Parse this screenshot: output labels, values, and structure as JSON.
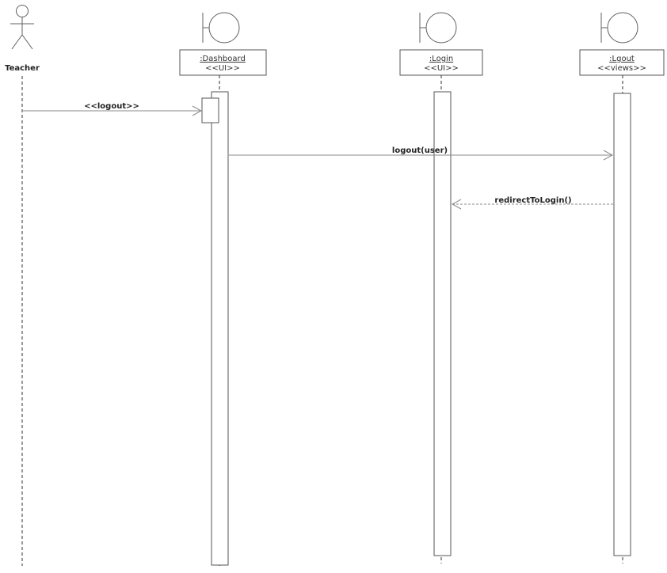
{
  "actor": {
    "name": "Teacher"
  },
  "participants": [
    {
      "name": ":Dashboard",
      "stereotype": "<<UI>>",
      "icon": "boundary-icon"
    },
    {
      "name": ":Login",
      "stereotype": "<<UI>>",
      "icon": "boundary-icon"
    },
    {
      "name": ":Lgout",
      "stereotype": "<<views>>",
      "icon": "boundary-icon"
    }
  ],
  "messages": [
    {
      "label": "<<logout>>",
      "from": "Teacher",
      "to": ":Dashboard",
      "kind": "synchronous"
    },
    {
      "label": "logout(user)",
      "from": ":Dashboard",
      "to": ":Lgout",
      "kind": "synchronous"
    },
    {
      "label": "redirectToLogin()",
      "from": ":Lgout",
      "to": ":Login",
      "kind": "return"
    }
  ]
}
